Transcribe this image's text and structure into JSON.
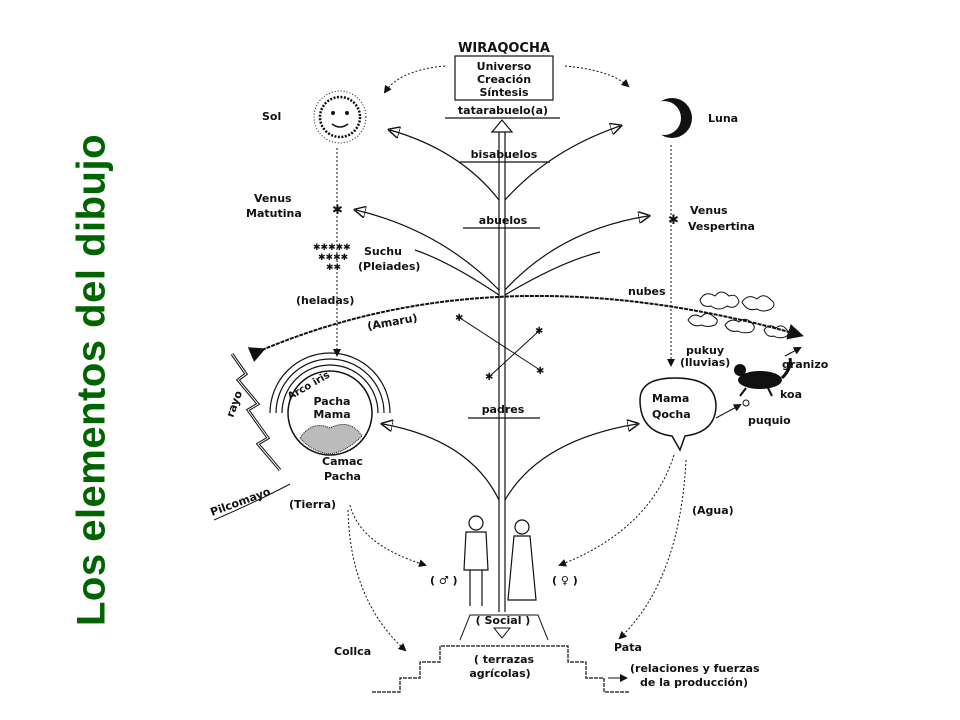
{
  "side_title": "Los elementos del dibujo",
  "top": {
    "title": "WIRAQOCHA",
    "box_lines": [
      "Universo",
      "Creación",
      "Síntesis"
    ],
    "tatarabuelo": "tatarabuelo(a)",
    "bisabuelos": "bisabuelos",
    "abuelos": "abuelos",
    "padres": "padres"
  },
  "left": {
    "sol": "Sol",
    "venus": [
      "Venus",
      "Matutina"
    ],
    "suchu": [
      "Suchu",
      "(Pleiades)"
    ],
    "heladas": "(heladas)",
    "amaru": "(Amaru)",
    "rayo": "rayo",
    "arco_iris": "Arco iris",
    "pacha_mama": [
      "Pacha",
      "Mama"
    ],
    "camac_pacha": [
      "Camac",
      "Pacha"
    ],
    "pilcomayo": "Pilcomayo",
    "tierra": "(Tierra)",
    "male": "( ♂ )",
    "collca": "Collca"
  },
  "right": {
    "luna": "Luna",
    "venus": [
      "Venus",
      "Vespertina"
    ],
    "nubes": "nubes",
    "pukuy": [
      "pukuy",
      "(lluvias)"
    ],
    "granizo": "granizo",
    "koa": "koa",
    "mama_qocha": [
      "Mama",
      "Qocha"
    ],
    "puquio": "puquio",
    "agua": "(Agua)",
    "female": "( ♀ )",
    "pata": "Pata"
  },
  "bottom": {
    "social": "( Social )",
    "terrazas": [
      "( terrazas",
      "agrícolas)"
    ],
    "relaciones": [
      "(relaciones y fuerzas",
      "de la producción)"
    ]
  }
}
